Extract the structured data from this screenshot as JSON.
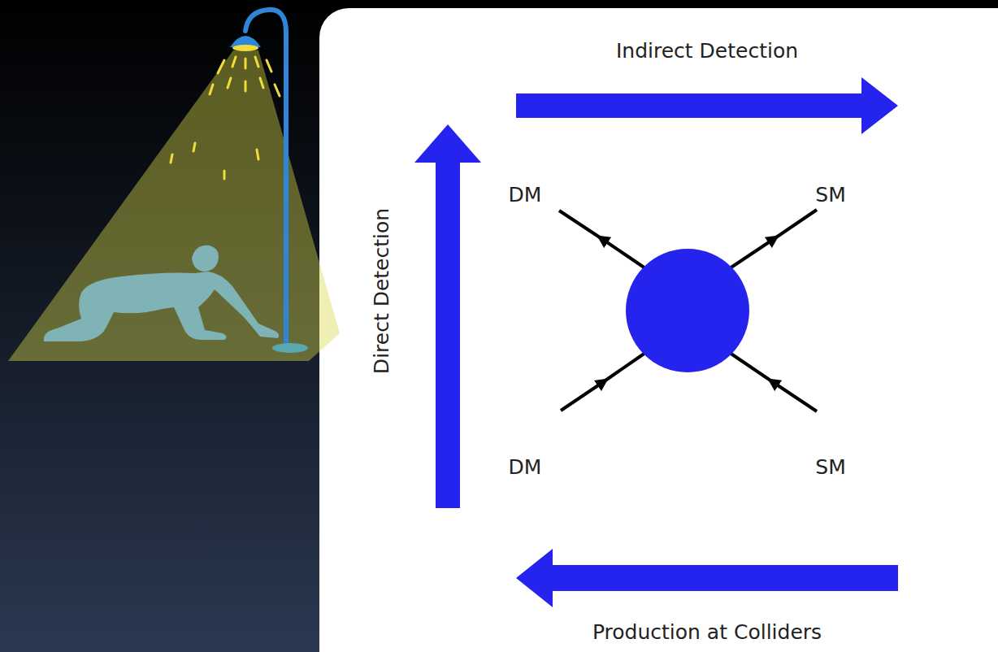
{
  "diagram": {
    "labels": [
      "Indirect Detection",
      "Direct Detection",
      "DM",
      "SM",
      "DM",
      "SM",
      "Production at Colliders"
    ]
  }
}
